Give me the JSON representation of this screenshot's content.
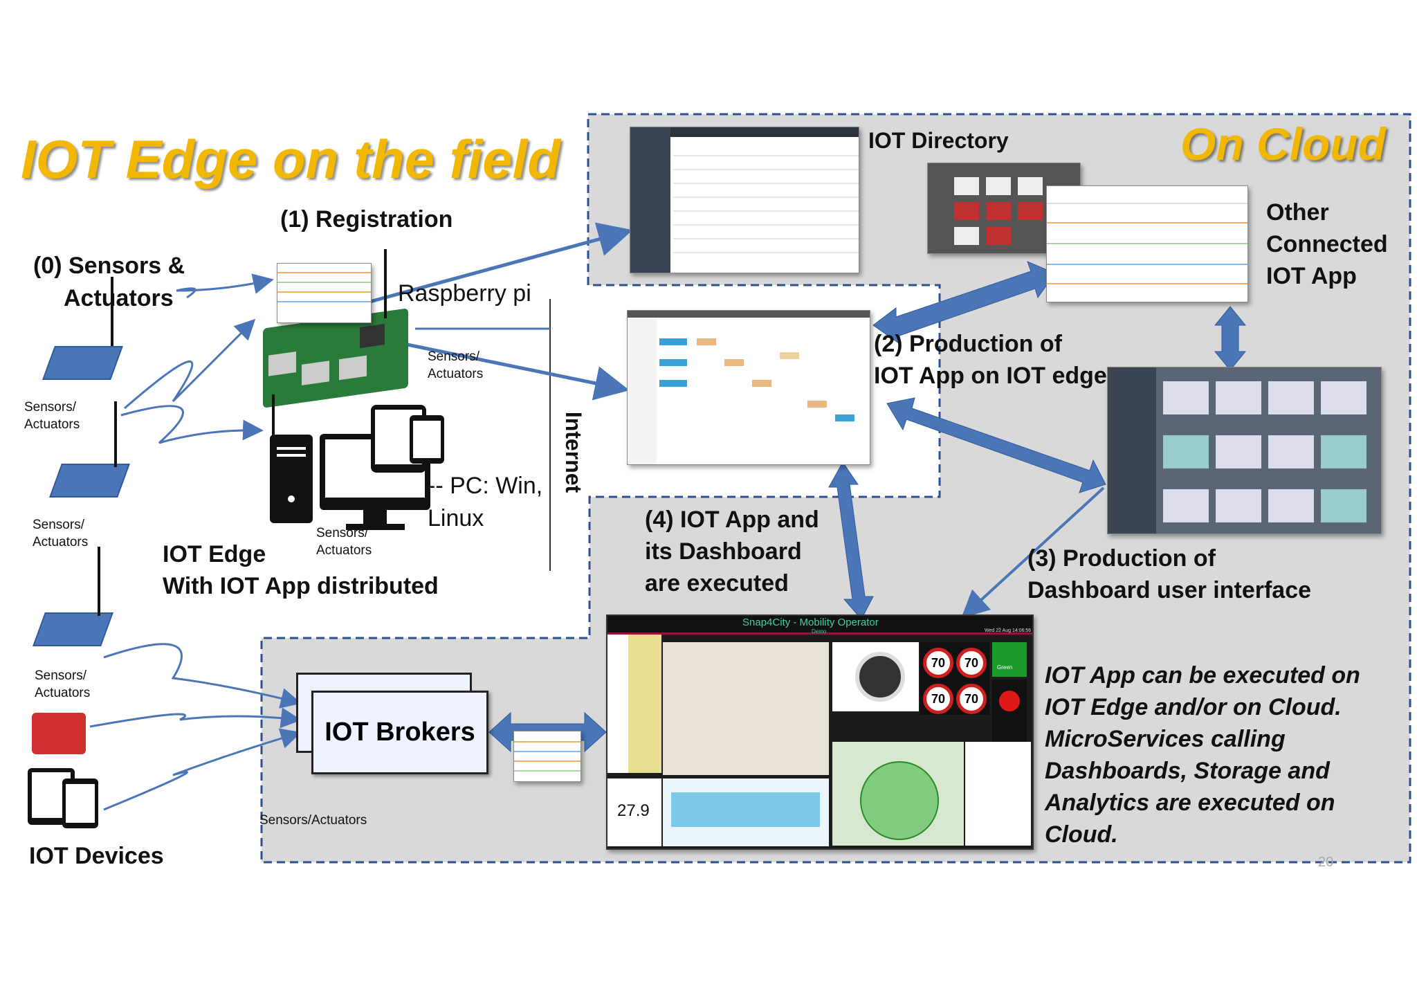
{
  "titles": {
    "edge": "IOT Edge on the field",
    "cloud": "On Cloud"
  },
  "labels": {
    "registration": "(1) Registration",
    "sensors_actuators_line1": "(0) Sensors &",
    "sensors_actuators_line2": "Actuators",
    "raspberry": "Raspberry pi",
    "sensors_small_1a": "Sensors/",
    "sensors_small_1b": "Actuators",
    "sensors_small_2a": "Sensors/",
    "sensors_small_2b": "Actuators",
    "sensors_small_3a": "Sensors/",
    "sensors_small_3b": "Actuators",
    "sensors_small_4a": "Sensors/",
    "sensors_small_4b": "Actuators",
    "sensors_small_5a": "Sensors/",
    "sensors_small_5b": "Actuators",
    "pc_line1": "-- PC: Win,",
    "pc_line2": "Linux",
    "iot_edge_line1": "IOT Edge",
    "iot_edge_line2": "With IOT App distributed",
    "internet": "Internet",
    "iot_directory": "IOT Directory",
    "other_app_line1": "Other",
    "other_app_line2": "Connected",
    "other_app_line3": "IOT App",
    "production_app_line1": "(2) Production of",
    "production_app_line2": "IOT App on IOT edge",
    "executed_line1": "(4) IOT App and",
    "executed_line2": "its Dashboard",
    "executed_line3": "are executed",
    "production_dash_line1": "(3) Production of",
    "production_dash_line2": "Dashboard user interface",
    "iot_brokers": "IOT Brokers",
    "sensors_actuators_bottom": "Sensors/Actuators",
    "iot_devices": "IOT Devices",
    "note_line1": "IOT App can be executed on",
    "note_line2": "IOT Edge and/or on Cloud.",
    "note_line3": "MicroServices calling",
    "note_line4": "Dashboards, Storage and",
    "note_line5": "Analytics are executed on",
    "note_line6": "Cloud.",
    "page_number": "20"
  },
  "dashboard": {
    "title": "Snap4City - Mobility Operator",
    "subtitle": "Demo",
    "date": "Wed 22 Aug 14:06:56",
    "reading": "27.9",
    "speed_limits": [
      "70",
      "70",
      "70",
      "70"
    ],
    "signal": "Green"
  },
  "colors": {
    "title_yellow": "#f2b700",
    "arrow_blue": "#4a76b8",
    "region_grey": "#d9d9d9",
    "dash_border": "#2f4f8f"
  }
}
